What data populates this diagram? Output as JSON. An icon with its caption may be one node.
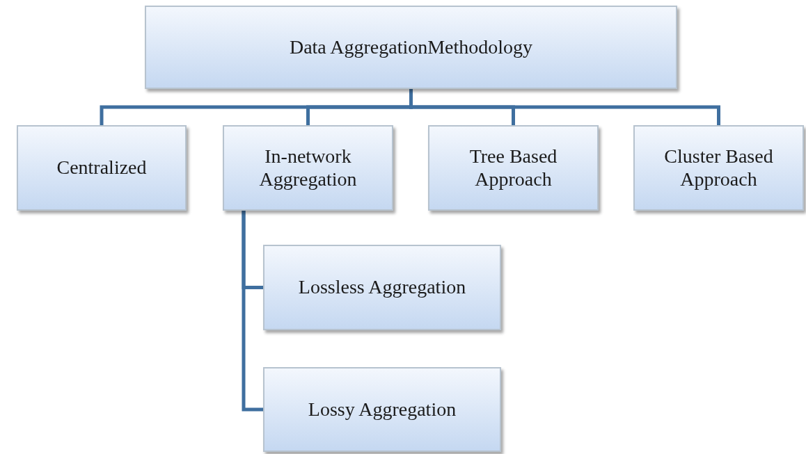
{
  "diagram": {
    "nodes": [
      {
        "text": [
          "Data AggregationMethodology"
        ]
      },
      {
        "text": [
          "Centralized"
        ]
      },
      {
        "text": [
          "In-network Aggregation"
        ]
      },
      {
        "text": [
          "Tree Based Approach"
        ]
      },
      {
        "text": [
          "Cluster Based Approach"
        ]
      },
      {
        "text": [
          "Lossless Aggregation"
        ]
      },
      {
        "text": [
          "Lossy Aggregation"
        ]
      }
    ],
    "edges": [
      {
        "from": 0,
        "to": 1,
        "arrow": "none"
      },
      {
        "from": 0,
        "to": 2,
        "arrow": "none"
      },
      {
        "from": 0,
        "to": 3,
        "arrow": "none"
      },
      {
        "from": 0,
        "to": 4,
        "arrow": "none"
      },
      {
        "from": 2,
        "to": 5,
        "arrow": "none"
      },
      {
        "from": 2,
        "to": 6,
        "arrow": "none"
      }
    ]
  }
}
